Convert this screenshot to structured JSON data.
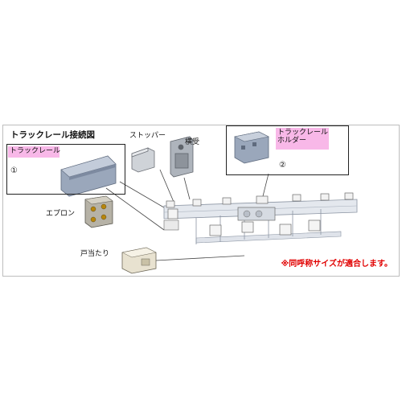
{
  "diagram": {
    "title": "トラックレール接続図",
    "rail_label": "トラックレール",
    "rail_number": "①",
    "holder_label_line1": "トラックレール",
    "holder_label_line2": "ホルダー",
    "holder_number": "②",
    "stopper_label": "ストッパー",
    "bracket_label": "横受",
    "apron_label": "エプロン",
    "doorstop_label": "戸当たり",
    "note": "※同呼称サイズが適合します。"
  }
}
